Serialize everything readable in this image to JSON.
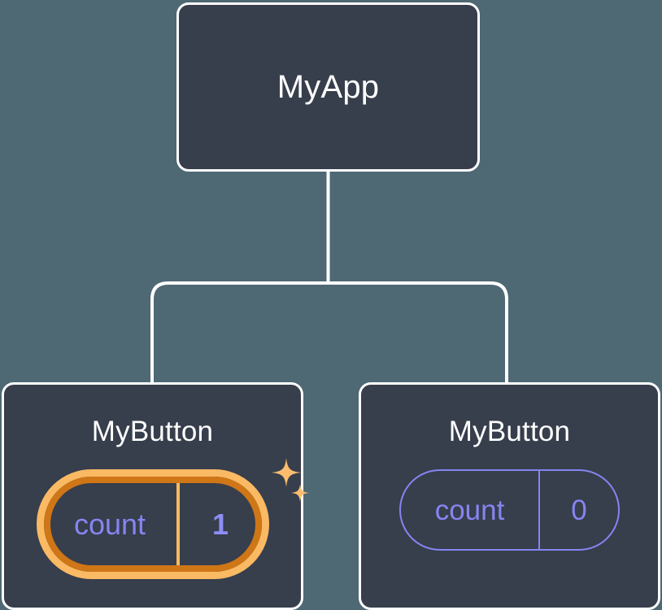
{
  "diagram": {
    "type": "component-tree",
    "background_color": "#4e6874",
    "node_fill_color": "#373e4c",
    "node_border_color": "#ffffff",
    "connector_color": "#ffffff",
    "state_text_color": "#8585f0",
    "highlight_outer_color": "#cf7617",
    "highlight_inner_color": "#fab963",
    "sparkle_color": "#fabc6e"
  },
  "root": {
    "title": "MyApp"
  },
  "children": [
    {
      "title": "MyButton",
      "state": {
        "key": "count",
        "value": "1"
      },
      "highlighted": true,
      "sparkles": 2
    },
    {
      "title": "MyButton",
      "state": {
        "key": "count",
        "value": "0"
      },
      "highlighted": false,
      "sparkles": 0
    }
  ]
}
